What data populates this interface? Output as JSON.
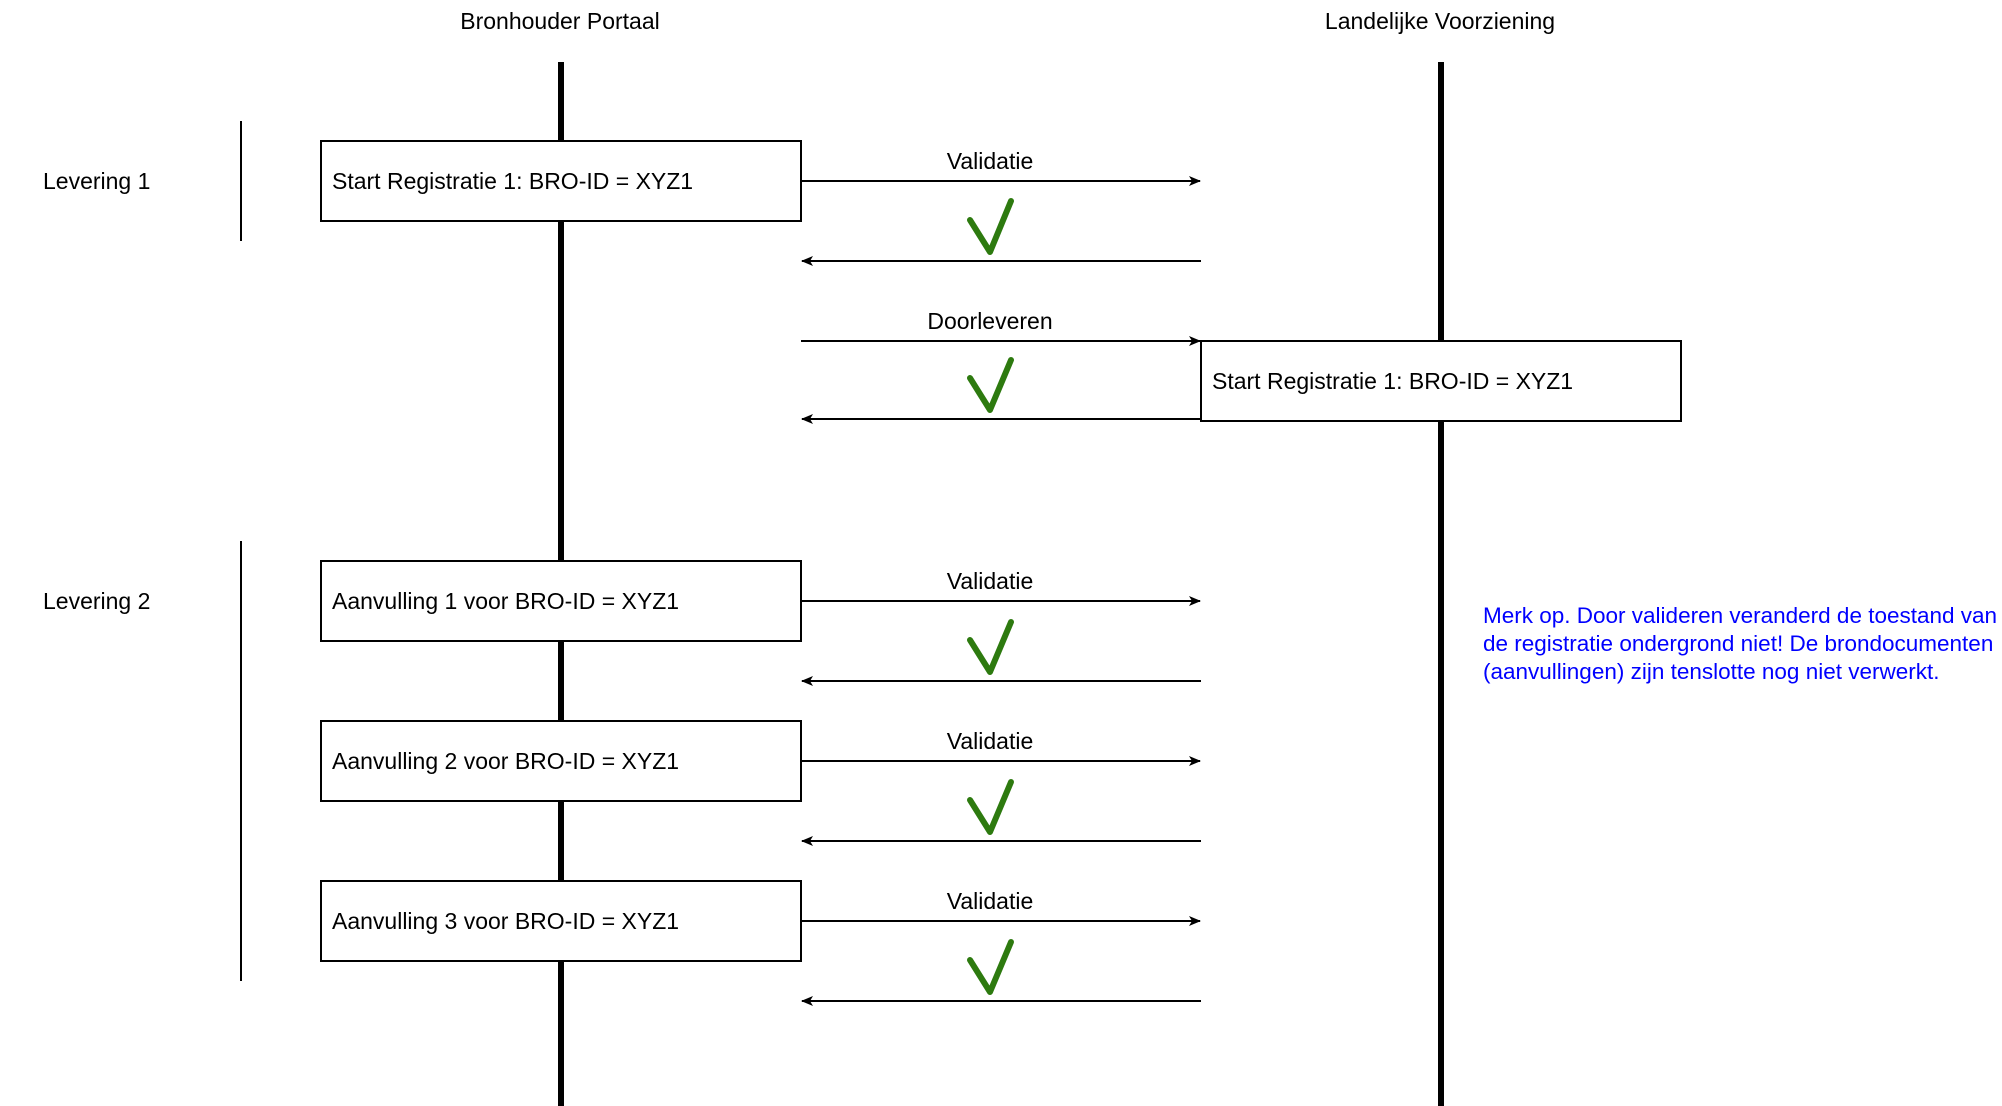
{
  "colors": {
    "line": "#000000",
    "check": "#2d7a0f",
    "note": "#0000ff"
  },
  "lanes": {
    "left_title": "Bronhouder Portaal",
    "right_title": "Landelijke Voorziening"
  },
  "groups": [
    {
      "label": "Levering 1"
    },
    {
      "label": "Levering 2"
    }
  ],
  "left_boxes": [
    {
      "label": "Start Registratie 1: BRO-ID = XYZ1"
    },
    {
      "label": "Aanvulling 1 voor BRO-ID = XYZ1"
    },
    {
      "label": "Aanvulling 2 voor BRO-ID = XYZ1"
    },
    {
      "label": "Aanvulling 3 voor BRO-ID = XYZ1"
    }
  ],
  "right_boxes": [
    {
      "label": "Start Registratie 1: BRO-ID = XYZ1"
    }
  ],
  "messages": [
    {
      "label": "Validatie",
      "result_icon": "check-icon"
    },
    {
      "label": "Doorleveren",
      "result_icon": "check-icon"
    },
    {
      "label": "Validatie",
      "result_icon": "check-icon"
    },
    {
      "label": "Validatie",
      "result_icon": "check-icon"
    },
    {
      "label": "Validatie",
      "result_icon": "check-icon"
    }
  ],
  "note": {
    "text": "Merk  op. Door valideren veranderd de toestand van de registratie ondergrond niet! De brondocumenten (aanvullingen) zijn tenslotte nog niet verwerkt."
  }
}
